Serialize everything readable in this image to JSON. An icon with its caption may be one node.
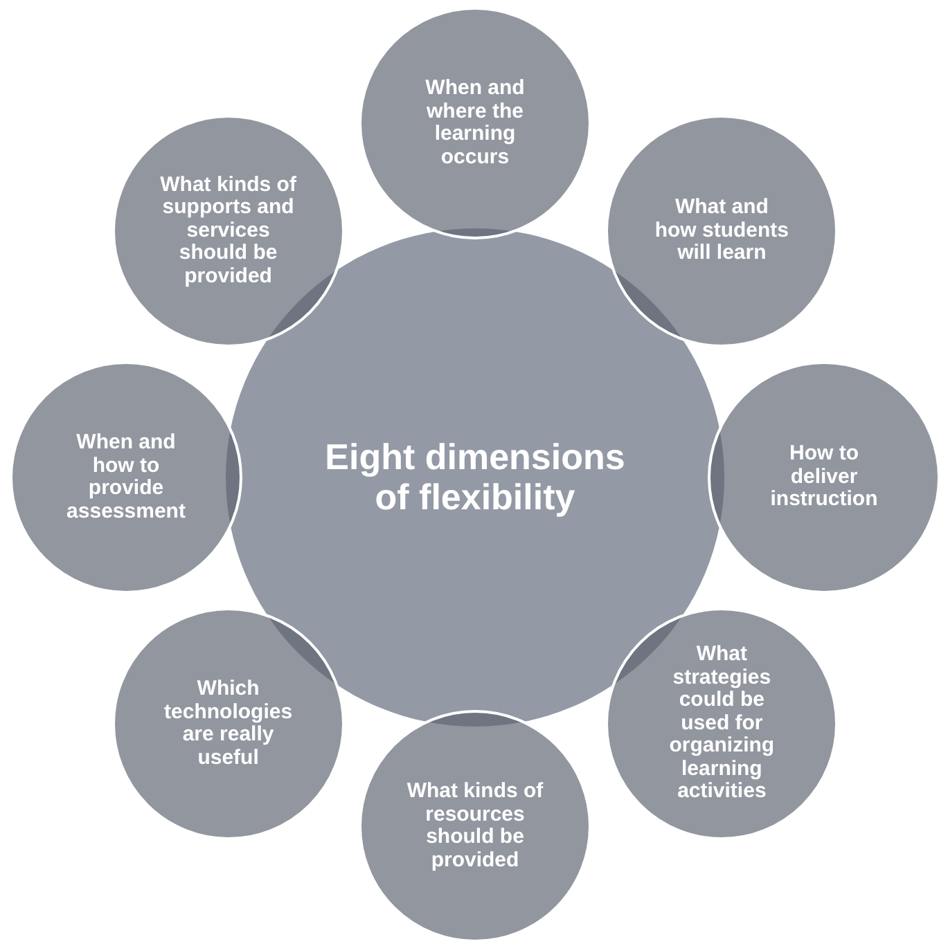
{
  "diagram": {
    "nodes": [
      {
        "text": [
          "Eight dimensions of flexibility"
        ]
      },
      {
        "text": [
          "When and where the learning occurs"
        ]
      },
      {
        "text": [
          "What and how students will learn"
        ]
      },
      {
        "text": [
          "How to deliver instruction"
        ]
      },
      {
        "text": [
          "What strategies could be used for organizing learning activities"
        ]
      },
      {
        "text": [
          "What kinds of resources should be provided"
        ]
      },
      {
        "text": [
          "Which technologies are really useful"
        ]
      },
      {
        "text": [
          "When and how to provide assessment"
        ]
      },
      {
        "text": [
          "What kinds of supports and services should be provided"
        ]
      }
    ]
  }
}
